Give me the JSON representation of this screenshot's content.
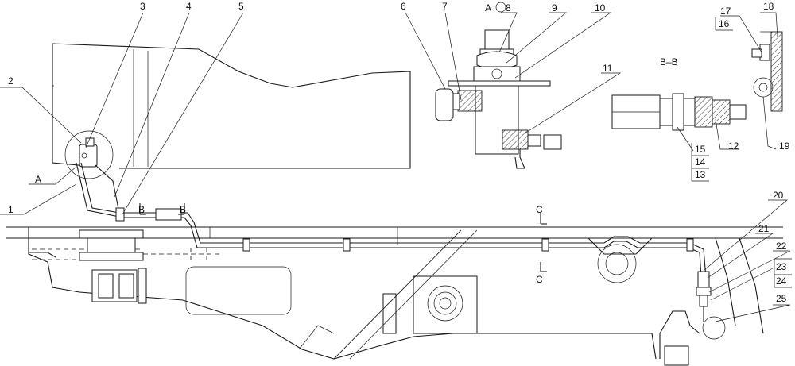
{
  "callouts": [
    "1",
    "2",
    "3",
    "4",
    "5",
    "6",
    "7",
    "8",
    "9",
    "10",
    "11",
    "12",
    "13",
    "14",
    "15",
    "16",
    "17",
    "18",
    "19",
    "20",
    "21",
    "22",
    "23",
    "24",
    "25"
  ],
  "section_marks": {
    "view_a": "A",
    "section_bb": "B–B",
    "b": "B",
    "c": "C",
    "a": "A"
  },
  "colors": {
    "line": "#1a1a1a",
    "background": "#ffffff"
  }
}
